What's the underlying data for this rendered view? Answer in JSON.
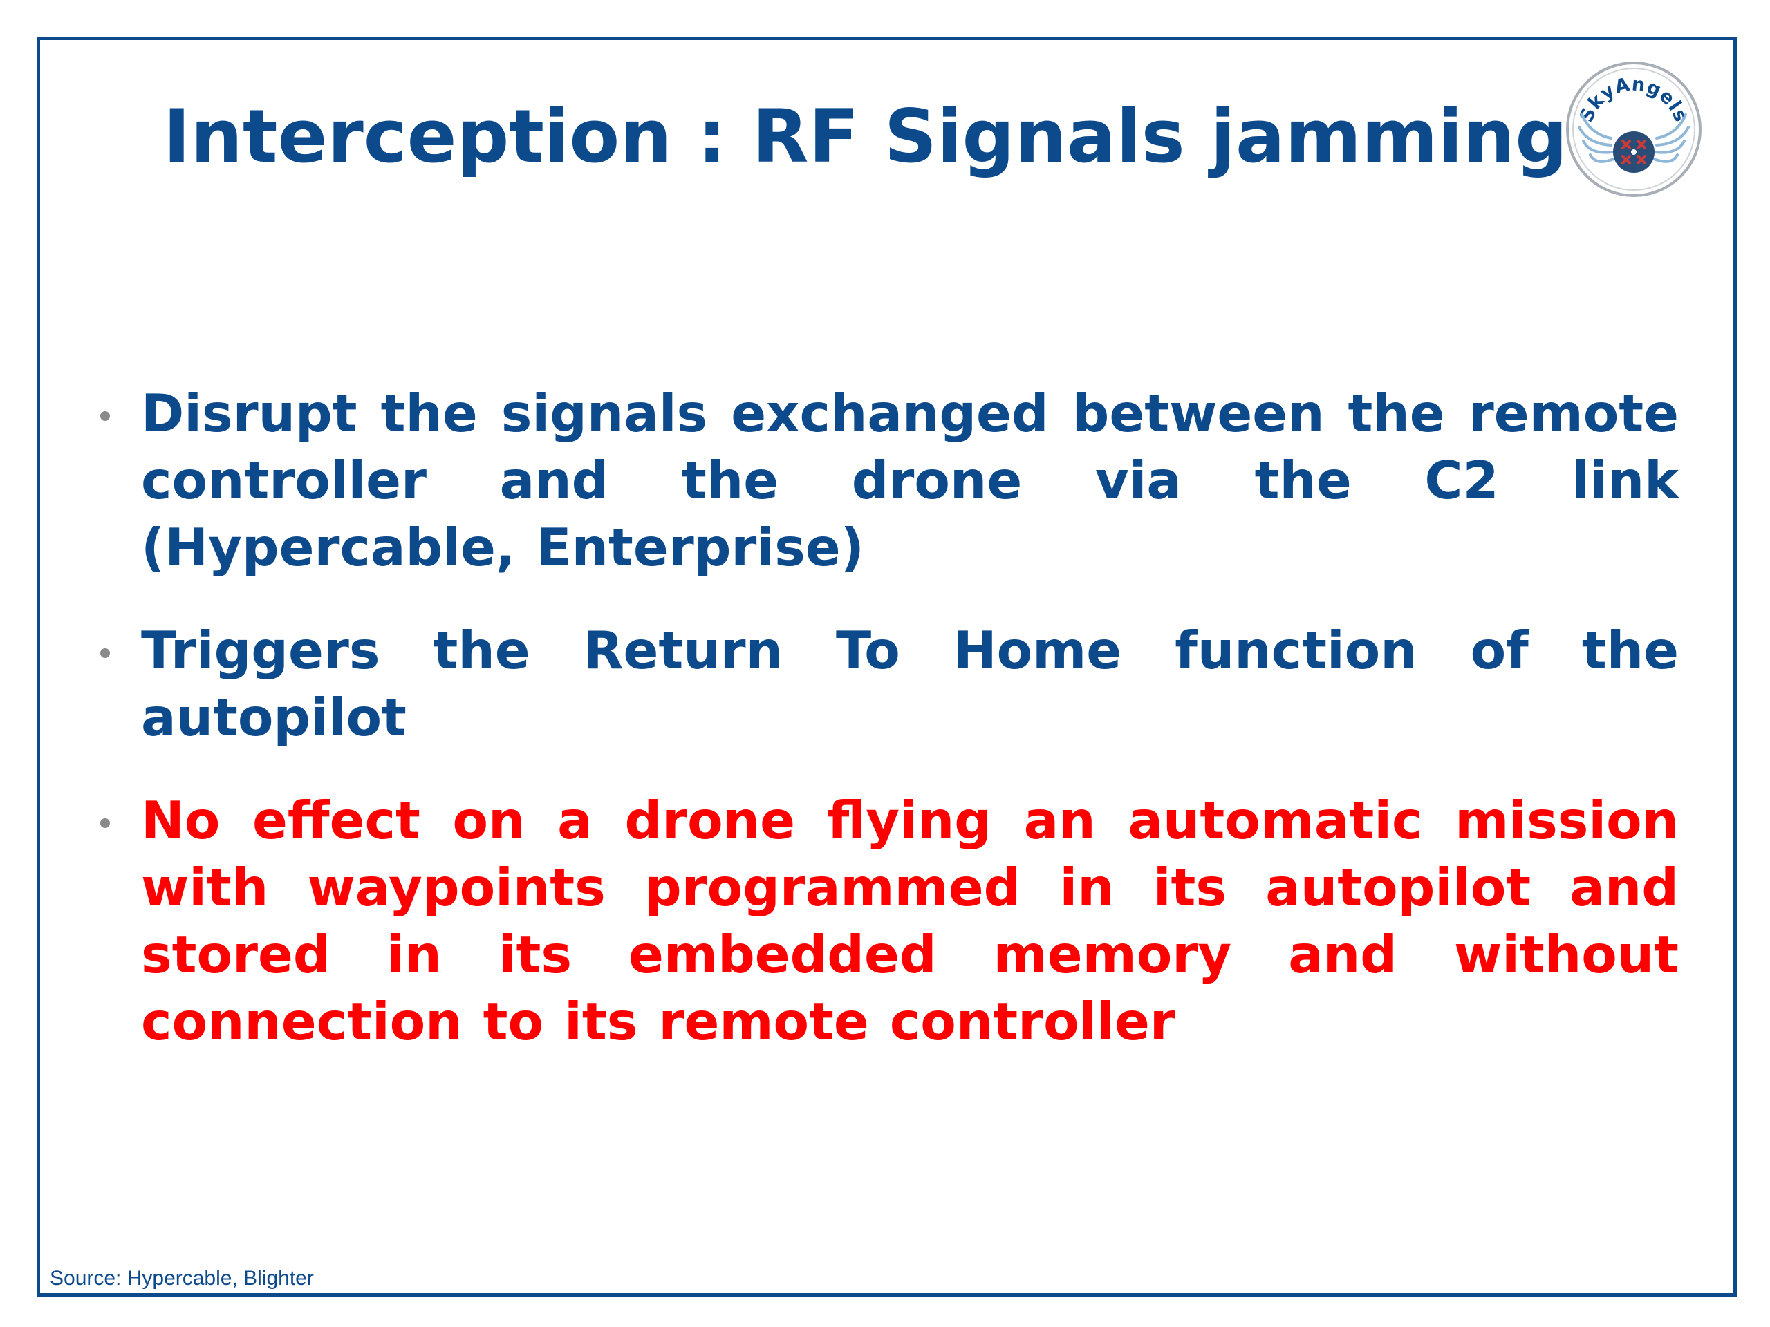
{
  "slide": {
    "title": "Interception : RF Signals jamming",
    "logo": {
      "text": "SkyAngels",
      "icon": "winged-drone-emblem-icon"
    },
    "bullets": [
      {
        "text": "Disrupt the signals exchanged between the remote controller and the drone via the C2 link (Hypercable, Enterprise)",
        "color": "#0d4a8c"
      },
      {
        "text": "Triggers the Return To Home function of the autopilot",
        "color": "#0d4a8c"
      },
      {
        "text": "No effect on a drone flying an automatic mission with waypoints programmed in its autopilot and stored in its embedded memory and without connection to its remote controller",
        "color": "#ff0000"
      }
    ],
    "source": "Source: Hypercable, Blighter",
    "colors": {
      "primary": "#0d4a8c",
      "highlight": "#ff0000",
      "bullet_dot": "#8a8a8a"
    }
  }
}
